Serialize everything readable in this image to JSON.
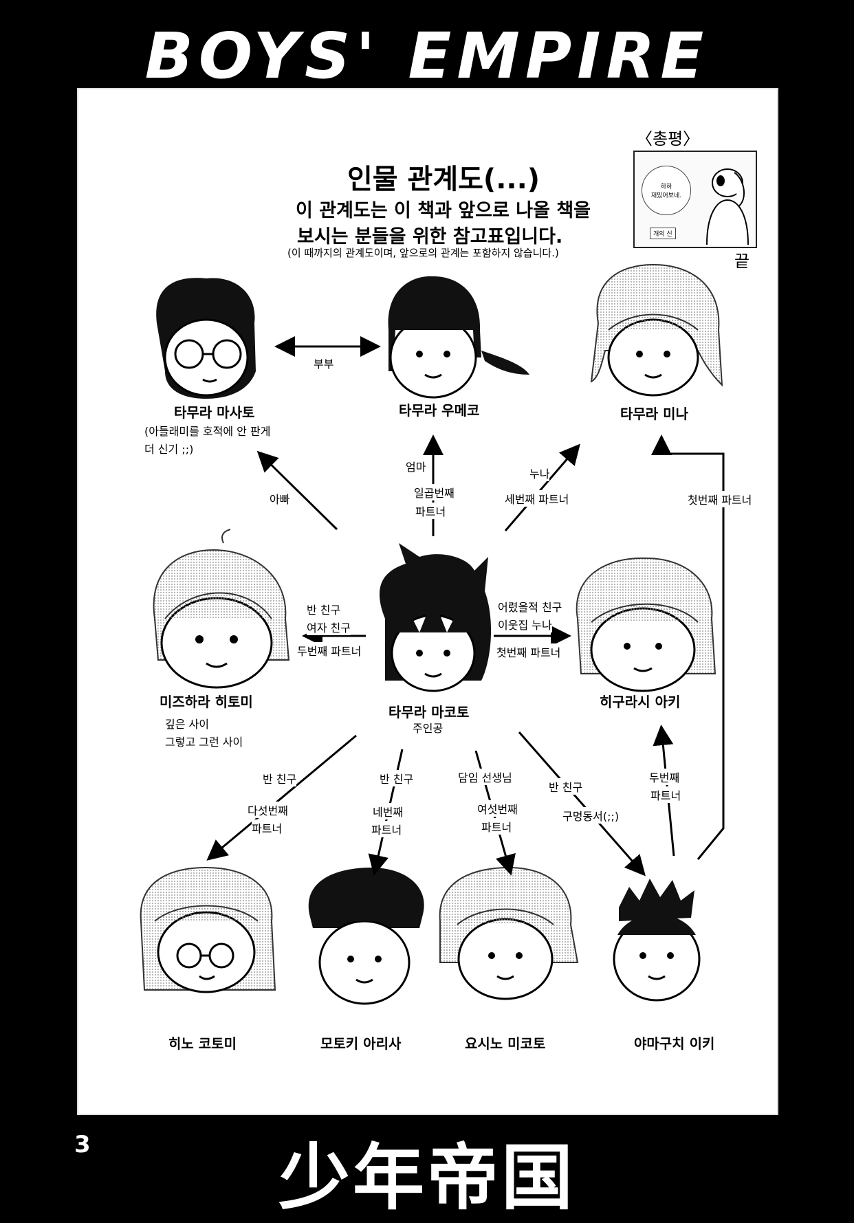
{
  "header": {
    "title": "BOYS' EMPIRE"
  },
  "footer": {
    "title": "少年帝国",
    "page_number": "3"
  },
  "intro": {
    "title": "인물 관계도(...)",
    "line1": "이 관계도는 이 책과 앞으로 나올 책을",
    "line2": "보시는 분들을 위한 참고표입니다.",
    "note": "(이 때까지의 관계도이며, 앞으로의 관계는 포함하지 않습니다.)"
  },
  "review": {
    "title": "〈총평〉",
    "bubble_line1": "하하",
    "bubble_line2": "재밌어보네.",
    "tag": "개의 신",
    "end": "끝"
  },
  "characters": {
    "masato": {
      "name": "타무라 마사토",
      "note1": "(아들래미를 호적에 안 판게",
      "note2": "더 신기 ;;)"
    },
    "umeko": {
      "name": "타무라 우메코"
    },
    "mina": {
      "name": "타무라 미나"
    },
    "hitomi": {
      "name": "미즈하라 히토미",
      "note1": "깊은 사이",
      "note2": "그렇고 그런 사이"
    },
    "makoto": {
      "name": "타무라 마코토",
      "note": "주인공"
    },
    "aki": {
      "name": "히구라시 아키"
    },
    "kotomi": {
      "name": "히노 코토미"
    },
    "arisa": {
      "name": "모토키 아리사"
    },
    "mikoto": {
      "name": "요시노 미코토"
    },
    "yamaguchi": {
      "name": "야마구치 이키"
    }
  },
  "relations": {
    "couple": "부부",
    "father": "아빠",
    "mother": "엄마",
    "seventh_partner": "일곱번째",
    "partner": "파트너",
    "sister": "누나",
    "third_partner": "세번째 파트너",
    "mina_first_partner": "첫번째 파트너",
    "classmate": "반 친구",
    "girlfriend": "여자 친구",
    "second_partner": "두번째 파트너",
    "childhood_friend": "어렸을적 친구",
    "neighbor_sister": "이웃집 누나",
    "aki_first_partner": "첫번째 파트너",
    "kotomi_classmate": "반 친구",
    "fifth": "다섯번째",
    "fifth_partner": "파트너",
    "arisa_classmate": "반 친구",
    "fourth": "네번째",
    "fourth_partner": "파트너",
    "teacher": "담임 선생님",
    "sixth": "여섯번째",
    "sixth_partner": "파트너",
    "yama_classmate": "반 친구",
    "buddy": "구멍동서(;;)",
    "second": "두번째",
    "second_partner2": "파트너"
  }
}
